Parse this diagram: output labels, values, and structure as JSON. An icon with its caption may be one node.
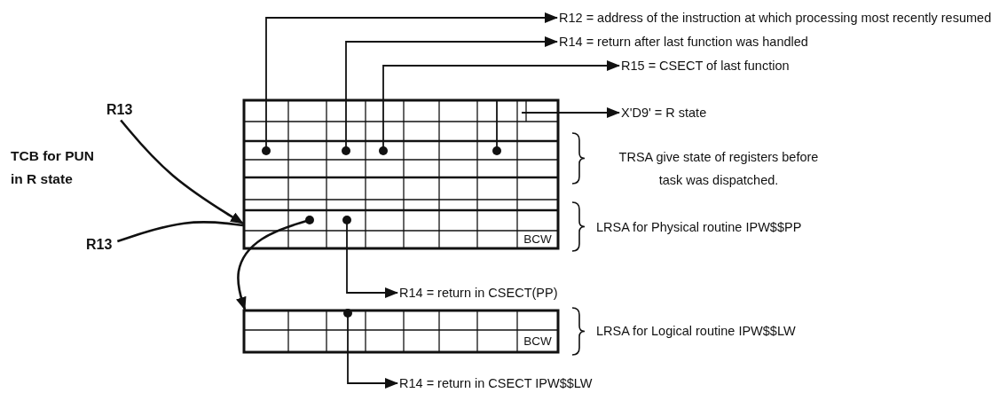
{
  "diagram": {
    "nodes": [
      {
        "text": [
          "BCW"
        ]
      },
      {
        "text": [
          "BCW"
        ]
      },
      {
        "text": [
          "R12 = address of the instruction at which processing most recently resumed"
        ]
      },
      {
        "text": [
          "R14 = return after last function was handled"
        ]
      },
      {
        "text": [
          "R15 = CSECT of last function"
        ]
      },
      {
        "text": [
          "X'D9' = R state"
        ]
      },
      {
        "text": [
          "R13"
        ]
      },
      {
        "text": [
          "R13"
        ]
      },
      {
        "text": [
          "R14 = return in CSECT(PP)"
        ]
      },
      {
        "text": [
          "R14 = return in CSECT IPW$$LW"
        ]
      }
    ],
    "edges": [
      {
        "from": 0,
        "to": 2,
        "arrow": "to"
      },
      {
        "from": 0,
        "to": 3,
        "arrow": "to"
      },
      {
        "from": 0,
        "to": 4,
        "arrow": "to"
      },
      {
        "from": 0,
        "to": 5,
        "arrow": "to"
      },
      {
        "from": 6,
        "to": 0,
        "arrow": "to"
      },
      {
        "from": 7,
        "to": 0,
        "arrow": "none"
      },
      {
        "from": 0,
        "to": 1,
        "arrow": "to"
      },
      {
        "from": 0,
        "to": 8,
        "arrow": "to"
      },
      {
        "from": 1,
        "to": 9,
        "arrow": "to"
      }
    ],
    "labels": [
      "TCB for PUN in R state",
      "TRSA give state of registers before task was dispatched.",
      "LRSA for Physical routine IPW$$PP",
      "LRSA for Logical routine IPW$$LW"
    ]
  }
}
